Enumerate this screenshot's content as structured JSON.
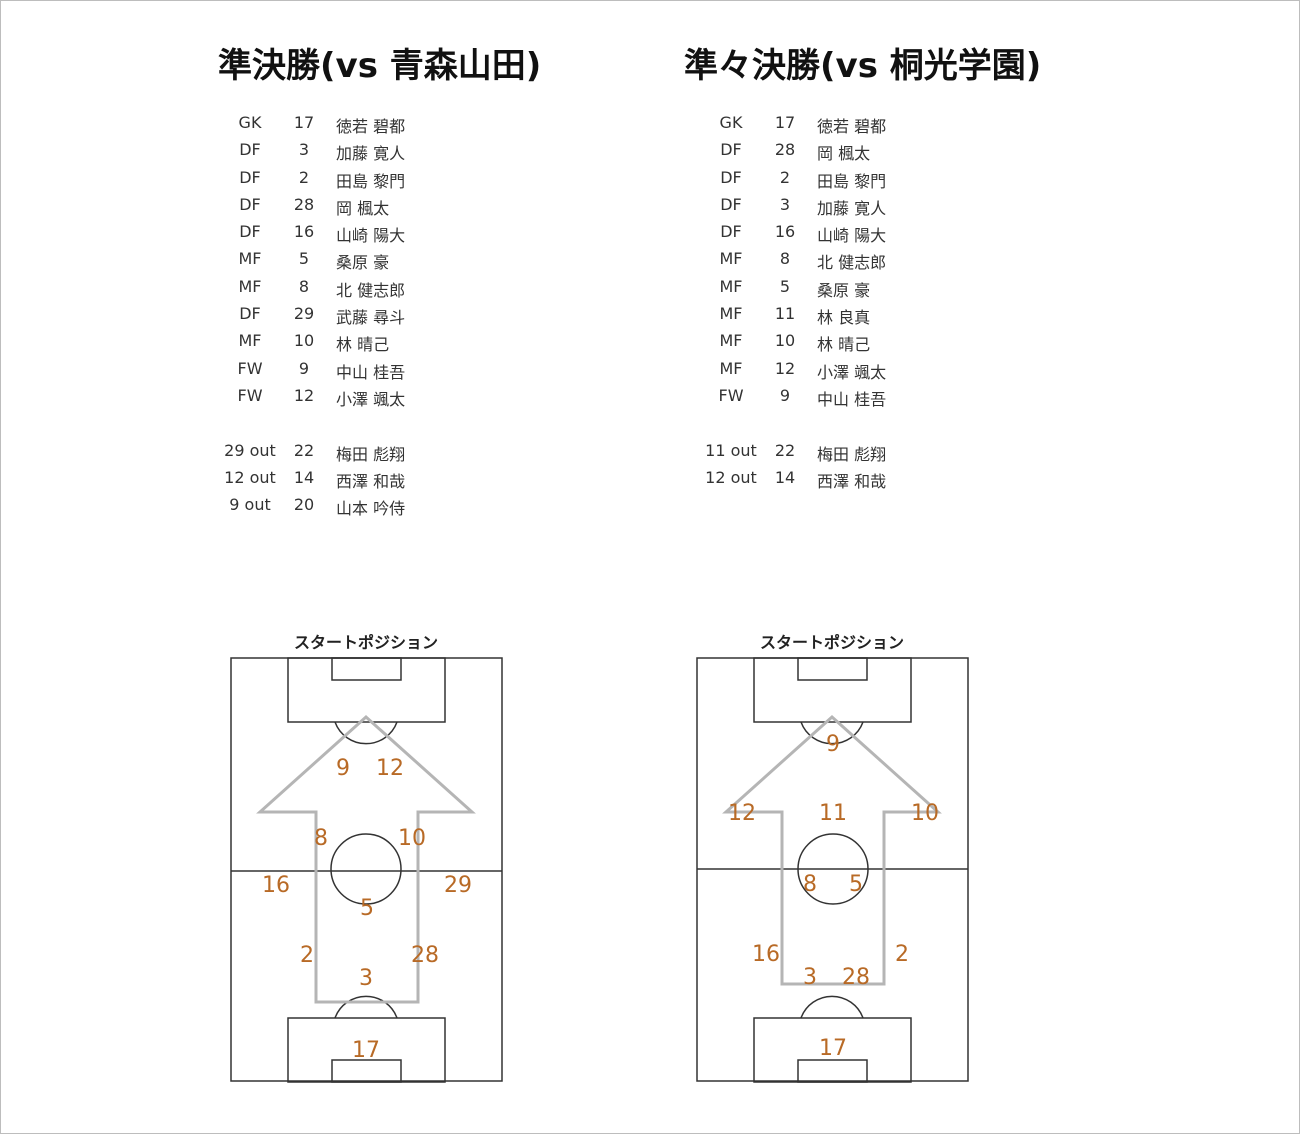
{
  "left": {
    "title": "準決勝(vs 青森山田)",
    "starters": [
      {
        "pos": "GK",
        "num": "17",
        "name": "徳若 碧都"
      },
      {
        "pos": "DF",
        "num": "3",
        "name": "加藤 寛人"
      },
      {
        "pos": "DF",
        "num": "2",
        "name": "田島 黎門"
      },
      {
        "pos": "DF",
        "num": "28",
        "name": "岡 楓太"
      },
      {
        "pos": "DF",
        "num": "16",
        "name": "山崎 陽大"
      },
      {
        "pos": "MF",
        "num": "5",
        "name": "桑原 豪"
      },
      {
        "pos": "MF",
        "num": "8",
        "name": "北 健志郎"
      },
      {
        "pos": "DF",
        "num": "29",
        "name": "武藤 尋斗"
      },
      {
        "pos": "MF",
        "num": "10",
        "name": "林 晴己"
      },
      {
        "pos": "FW",
        "num": "9",
        "name": "中山 桂吾"
      },
      {
        "pos": "FW",
        "num": "12",
        "name": "小澤 颯太"
      }
    ],
    "subs": [
      {
        "pos": "29 out",
        "num": "22",
        "name": "梅田 彪翔"
      },
      {
        "pos": "12 out",
        "num": "14",
        "name": "西澤 和哉"
      },
      {
        "pos": "9 out",
        "num": "20",
        "name": "山本 吟侍"
      }
    ],
    "pitch_title": "スタートポジション",
    "formation": [
      "9",
      "12",
      "8",
      "10",
      "16",
      "29",
      "5",
      "2",
      "28",
      "3",
      "17"
    ]
  },
  "right": {
    "title": "準々決勝(vs 桐光学園)",
    "starters": [
      {
        "pos": "GK",
        "num": "17",
        "name": "徳若 碧都"
      },
      {
        "pos": "DF",
        "num": "28",
        "name": "岡 楓太"
      },
      {
        "pos": "DF",
        "num": "2",
        "name": "田島 黎門"
      },
      {
        "pos": "DF",
        "num": "3",
        "name": "加藤 寛人"
      },
      {
        "pos": "DF",
        "num": "16",
        "name": "山崎 陽大"
      },
      {
        "pos": "MF",
        "num": "8",
        "name": "北 健志郎"
      },
      {
        "pos": "MF",
        "num": "5",
        "name": "桑原 豪"
      },
      {
        "pos": "MF",
        "num": "11",
        "name": "林 良真"
      },
      {
        "pos": "MF",
        "num": "10",
        "name": "林 晴己"
      },
      {
        "pos": "MF",
        "num": "12",
        "name": "小澤 颯太"
      },
      {
        "pos": "FW",
        "num": "9",
        "name": "中山 桂吾"
      }
    ],
    "subs": [
      {
        "pos": "11 out",
        "num": "22",
        "name": "梅田 彪翔"
      },
      {
        "pos": "12 out",
        "num": "14",
        "name": "西澤 和哉"
      }
    ],
    "pitch_title": "スタートポジション",
    "formation": [
      "9",
      "12",
      "11",
      "10",
      "8",
      "5",
      "16",
      "2",
      "3",
      "28",
      "17"
    ]
  },
  "colors": {
    "player_number": "#b86a26",
    "arrow": "#b5b5b5",
    "pitch_line": "#333333"
  }
}
